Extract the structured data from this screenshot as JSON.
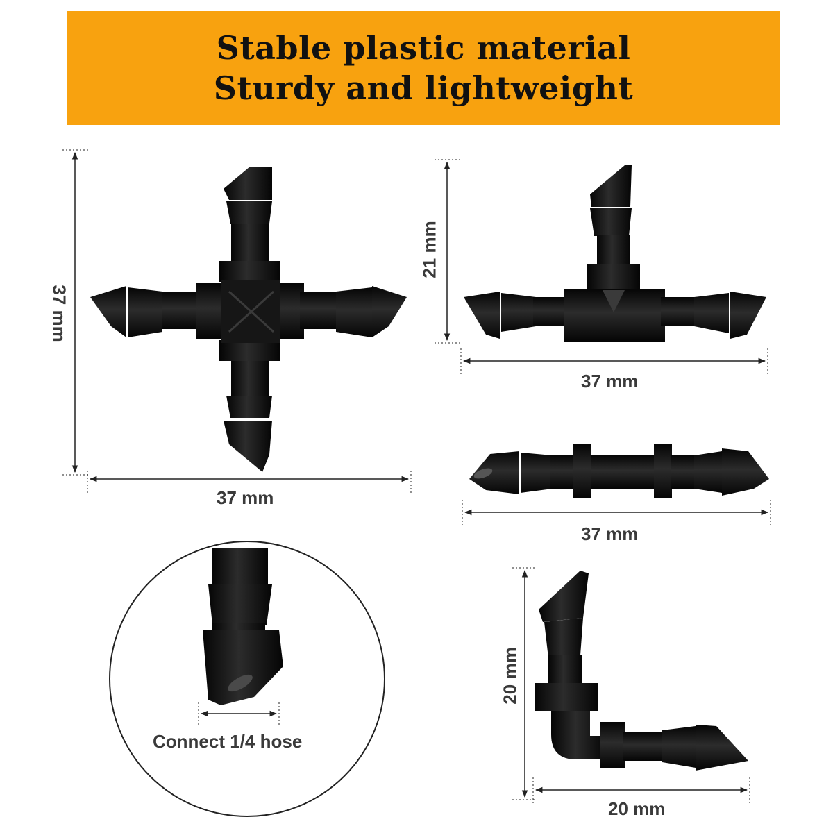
{
  "banner": {
    "line1": "Stable plastic material",
    "line2": "Sturdy and lightweight",
    "color": "#f8a20f"
  },
  "cross_connector": {
    "height_label": "37 mm",
    "width_label": "37 mm"
  },
  "tee_connector": {
    "height_label": "21 mm",
    "width_label": "37 mm"
  },
  "straight_connector": {
    "width_label": "37 mm"
  },
  "detail_view": {
    "caption": "Connect 1/4 hose"
  },
  "elbow_connector": {
    "height_label": "20 mm",
    "width_label": "20 mm"
  },
  "colors": {
    "part": "#1a1a1a",
    "dimension_line": "#222222"
  }
}
